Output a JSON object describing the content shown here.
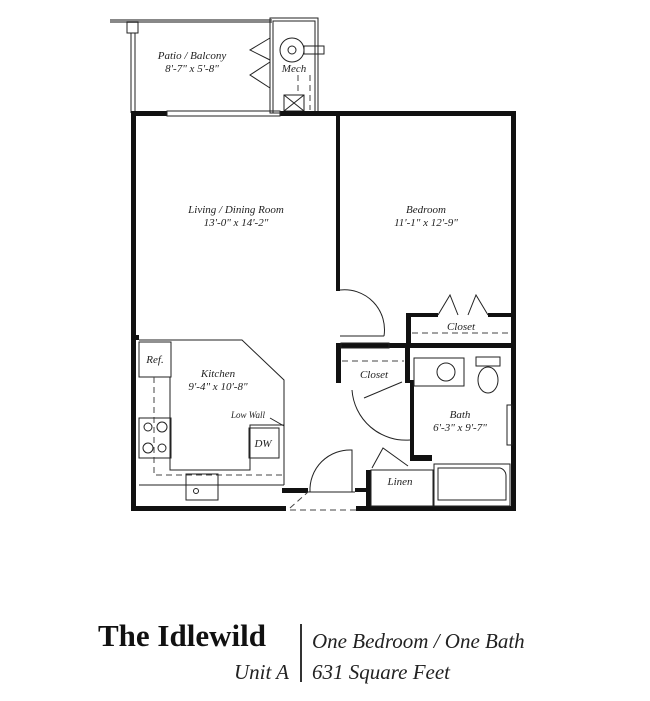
{
  "plan": {
    "rooms": {
      "patio": {
        "name": "Patio / Balcony",
        "size": "8'-7\" x 5'-8\""
      },
      "mech": {
        "name": "Mech"
      },
      "living": {
        "name": "Living / Dining Room",
        "size": "13'-0\" x 14'-2\""
      },
      "bedroom": {
        "name": "Bedroom",
        "size": "11'-1\" x 12'-9\""
      },
      "closet_bedroom": {
        "name": "Closet"
      },
      "closet_hall": {
        "name": "Closet"
      },
      "kitchen": {
        "name": "Kitchen",
        "size": "9'-4\" x 10'-8\""
      },
      "bath": {
        "name": "Bath",
        "size": "6'-3\" x 9'-7\""
      },
      "linen": {
        "name": "Linen"
      }
    },
    "fixtures": {
      "ref": "Ref.",
      "dw": "DW",
      "low_wall": "Low Wall"
    }
  },
  "footer": {
    "name": "The Idlewild",
    "unit": "Unit A",
    "type": "One Bedroom / One Bath",
    "area": "631 Square Feet"
  }
}
